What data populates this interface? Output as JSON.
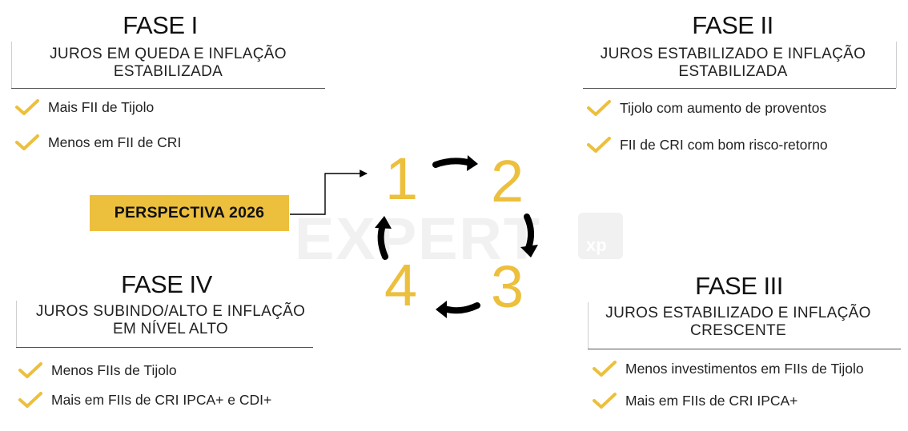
{
  "colors": {
    "accent": "#ECBF3D",
    "text": "#222222",
    "rule": "#555555"
  },
  "watermark": {
    "text": "EXPERT",
    "logo": "xp"
  },
  "center": {
    "badge": "PERSPECTIVA 2026",
    "numbers": [
      "1",
      "2",
      "3",
      "4"
    ]
  },
  "phases": [
    {
      "title": "FASE I",
      "subtitle_line1": "JUROS EM QUEDA E INFLAÇÃO",
      "subtitle_line2": "ESTABILIZADA",
      "items": [
        "Mais FII de Tijolo",
        "Menos em FII de CRI"
      ]
    },
    {
      "title": "FASE II",
      "subtitle_line1": "JUROS ESTABILIZADO E INFLAÇÃO",
      "subtitle_line2": "ESTABILIZADA",
      "items": [
        "Tijolo com aumento de proventos",
        "FII de CRI com bom risco-retorno"
      ]
    },
    {
      "title": "FASE III",
      "subtitle_line1": "JUROS ESTABILIZADO E INFLAÇÃO",
      "subtitle_line2": "CRESCENTE",
      "items": [
        "Menos investimentos em FIIs de Tijolo",
        "Mais em FIIs de CRI IPCA+"
      ]
    },
    {
      "title": "FASE IV",
      "subtitle_line1": "JUROS SUBINDO/ALTO E INFLAÇÃO",
      "subtitle_line2": "EM NÍVEL ALTO",
      "items": [
        "Menos FIIs de Tijolo",
        "Mais em FIIs de CRI IPCA+ e CDI+"
      ]
    }
  ]
}
